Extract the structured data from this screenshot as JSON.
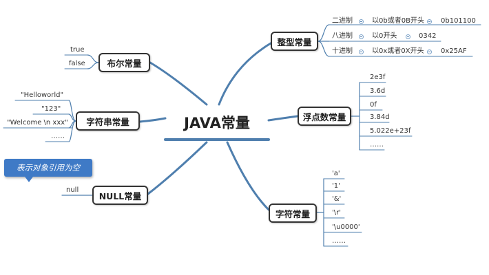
{
  "central": "JAVA常量",
  "integer": {
    "title": "整型常量",
    "rows": [
      {
        "base": "二进制",
        "rule": "以0b或者0B开头",
        "example": "0b101100"
      },
      {
        "base": "八进制",
        "rule": "以0开头",
        "example": "0342"
      },
      {
        "base": "十进制",
        "rule": "以0x或者0X开头",
        "example": "0x25AF"
      }
    ]
  },
  "float": {
    "title": "浮点数常量",
    "items": [
      "2e3f",
      "3.6d",
      "0f",
      "3.84d",
      "5.022e+23f",
      "……"
    ]
  },
  "char": {
    "title": "字符常量",
    "items": [
      "'a'",
      "'1'",
      "'&'",
      "'\\r'",
      "'\\u0000'",
      "……"
    ]
  },
  "bool": {
    "title": "布尔常量",
    "items": [
      "true",
      "false"
    ]
  },
  "string": {
    "title": "字符串常量",
    "items": [
      "\"Helloworld\"",
      "\"123\"",
      "\"Welcome \\n xxx\"",
      "……"
    ]
  },
  "nullc": {
    "title": "NULL常量",
    "items": [
      "null"
    ],
    "note": "表示对象引用为空"
  },
  "colors": {
    "line": "#4f7fae",
    "border": "#333333",
    "callout": "#3f7ac6"
  }
}
